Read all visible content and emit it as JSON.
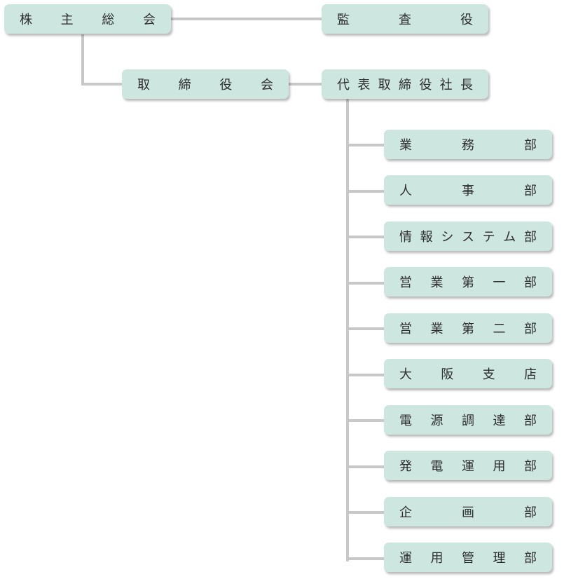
{
  "org": {
    "shareholders": "株主総会",
    "auditor": "監査役",
    "board": "取締役会",
    "president": "代表取締役社長",
    "departments": [
      "業務部",
      "人事部",
      "情報システム部",
      "営業第一部",
      "営業第二部",
      "大阪支店",
      "電源調達部",
      "発電運用部",
      "企画部",
      "運用管理部"
    ]
  },
  "colors": {
    "box_fill": "#cde6e0",
    "connector": "#c8c8c8",
    "text": "#2e2e2e"
  }
}
